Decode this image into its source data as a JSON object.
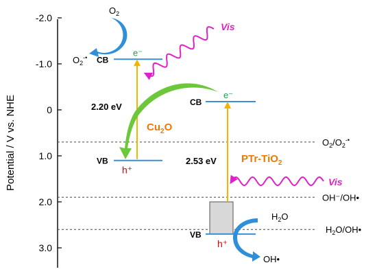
{
  "axis": {
    "label": "Potential / V vs. NHE",
    "ticks": [
      {
        "value": -2.0,
        "label": "-2.0"
      },
      {
        "value": -1.0,
        "label": "-1.0"
      },
      {
        "value": 0.0,
        "label": "0"
      },
      {
        "value": 1.0,
        "label": "1.0"
      },
      {
        "value": 2.0,
        "label": "2.0"
      },
      {
        "value": 3.0,
        "label": "3.0"
      }
    ]
  },
  "reference_levels": [
    {
      "id": "o2",
      "potential": 0.7,
      "label_main": "O",
      "label_sub": "2",
      "label_mid": "/O",
      "label_sub2": "2",
      "label_sup": "-•"
    },
    {
      "id": "oh",
      "potential": 1.9,
      "label": "OH⁻/OH•"
    },
    {
      "id": "h2o",
      "potential": 2.6,
      "label_main": "H",
      "label_sub": "2",
      "label_rest": "O/OH•"
    }
  ],
  "cu2o": {
    "name_main": "Cu",
    "name_sub": "2",
    "name_rest": "O",
    "cb_label": "CB",
    "vb_label": "VB",
    "cb_potential": -1.1,
    "vb_potential": 1.1,
    "bandgap_label": "2.20 eV",
    "electron_label": "e⁻",
    "hole_label": "h⁺"
  },
  "ptr_tio2": {
    "name": "PTr-TiO",
    "name_sub": "2",
    "cb_label": "CB",
    "vb_label": "VB",
    "cb_potential": -0.18,
    "vb_potential": 2.7,
    "bandgap_label": "2.53 eV",
    "electron_label": "e⁻",
    "hole_label": "h⁺",
    "box_top_potential": 2.0
  },
  "reactions": {
    "o2": {
      "main": "O",
      "sub": "2"
    },
    "o2_radical": {
      "main": "O",
      "sub": "2",
      "sup": "-•"
    },
    "h2o": {
      "main": "H",
      "sub": "2",
      "rest": "O"
    },
    "oh_radical": "OH•"
  },
  "light": {
    "vis_label": "Vis"
  },
  "colors": {
    "band": "#3a8fd8",
    "excitation": "#f5b400",
    "hole": "#e00000",
    "electron": "#19a34a",
    "material_label": "#f07800",
    "vis": "#e020c8",
    "transfer_arrow": "#6cc83a",
    "reaction_arrow": "#2f8fd8",
    "box_fill": "#d8d8d8"
  }
}
